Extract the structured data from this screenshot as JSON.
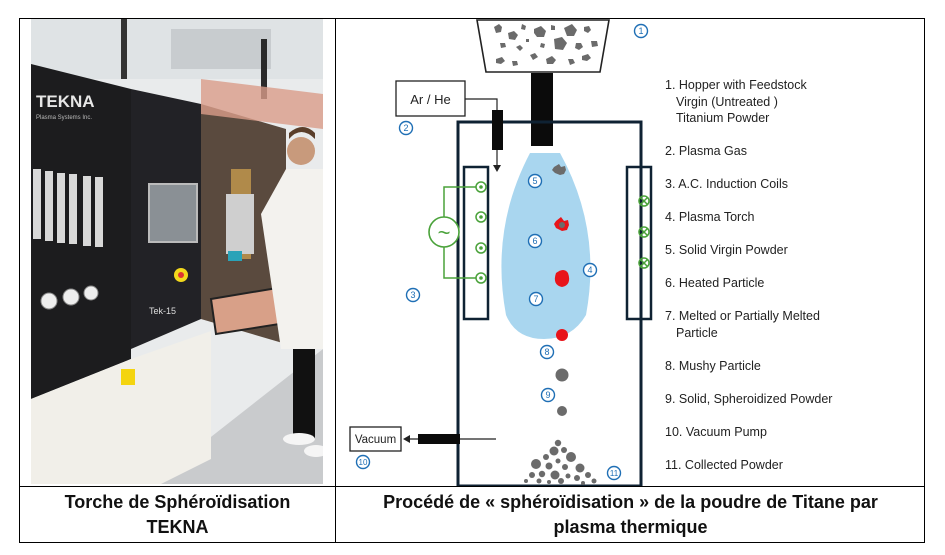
{
  "captions": {
    "left": [
      "Torche de Sphéroïdisation",
      "TEKNA"
    ],
    "right": [
      "Procédé de « sphéroïdisation » de la poudre de Titane par",
      "plasma thermique"
    ]
  },
  "photo": {
    "brand_label": "TEKNA",
    "brand_sub": "Plasma Systems Inc.",
    "model_label": "Tek-15"
  },
  "diagram": {
    "gas_box_label": "Ar / He",
    "vacuum_box_label": "Vacuum",
    "ac_symbol": "~",
    "markers": [
      "1",
      "2",
      "3",
      "4",
      "5",
      "6",
      "7",
      "8",
      "9",
      "10",
      "11"
    ],
    "colors": {
      "marker": "#1f6fb5",
      "coil": "#4aa23a",
      "plasma": "#a9d6ef",
      "chamber": "#0f2233",
      "powder": "#6b6b6b",
      "melted": "#e8141a"
    }
  },
  "legend": [
    {
      "lines": [
        "1.  Hopper with Feedstock",
        "Virgin (Untreated )",
        "Titanium Powder"
      ]
    },
    {
      "lines": [
        "2. Plasma Gas"
      ]
    },
    {
      "lines": [
        "3. A.C. Induction Coils"
      ]
    },
    {
      "lines": [
        "4. Plasma Torch"
      ]
    },
    {
      "lines": [
        "5. Solid  Virgin Powder"
      ]
    },
    {
      "lines": [
        "6. Heated Particle"
      ]
    },
    {
      "lines": [
        "7. Melted or Partially Melted",
        "Particle"
      ]
    },
    {
      "lines": [
        "8. Mushy Particle"
      ]
    },
    {
      "lines": [
        "9. Solid, Spheroidized Powder"
      ]
    },
    {
      "lines": [
        "10. Vacuum Pump"
      ]
    },
    {
      "lines": [
        "11. Collected Powder"
      ]
    }
  ]
}
